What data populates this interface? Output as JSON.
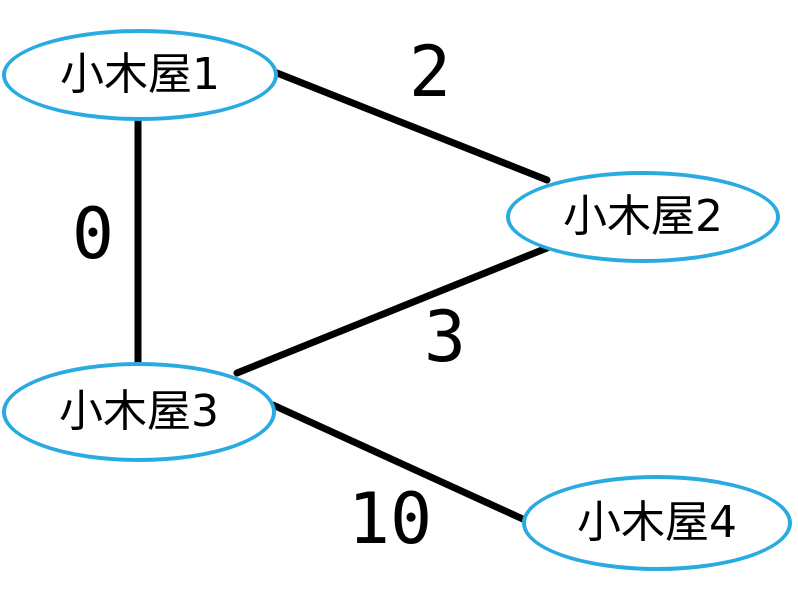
{
  "diagram": {
    "type": "undirected-weighted-graph",
    "background_color": "#ffffff",
    "node_stroke_color": "#29abe2",
    "node_fill_color": "#ffffff",
    "edge_color": "#000000",
    "text_color": "#000000",
    "nodes": [
      {
        "id": "cabin-1",
        "label": "小木屋1"
      },
      {
        "id": "cabin-2",
        "label": "小木屋2"
      },
      {
        "id": "cabin-3",
        "label": "小木屋3"
      },
      {
        "id": "cabin-4",
        "label": "小木屋4"
      }
    ],
    "edges": [
      {
        "from": "小木屋1",
        "to": "小木屋2",
        "weight": "2"
      },
      {
        "from": "小木屋1",
        "to": "小木屋3",
        "weight": "0"
      },
      {
        "from": "小木屋2",
        "to": "小木屋3",
        "weight": "3"
      },
      {
        "from": "小木屋3",
        "to": "小木屋4",
        "weight": "10"
      }
    ]
  }
}
